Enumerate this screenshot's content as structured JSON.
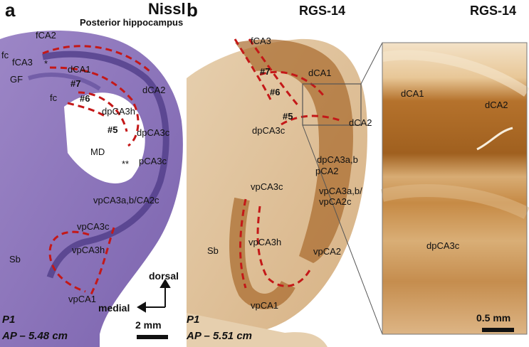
{
  "colors": {
    "nissl_tissue": "#8a72b8",
    "nissl_dark": "#4c3a86",
    "rgs_light": "#e3c8a2",
    "rgs_dark": "#a86a2c",
    "dashed_outline": "#c41818"
  },
  "panel_a": {
    "letter": "a",
    "stain": "Nissl",
    "subtitle": "Posterior hippocampus",
    "labels": {
      "fca2": "fCA2",
      "fc_top": "fc",
      "fca3": "fCA3",
      "gf": "GF",
      "star": "*",
      "fc_bottom": "fc",
      "dca1": "dCA1",
      "dca2": "dCA2",
      "n7": "#7",
      "n6": "#6",
      "dpca3h": "dpCA3h",
      "n5": "#5",
      "dpca3c": "dpCA3c",
      "md": "MD",
      "double_star": "**",
      "pca3c": "pCA3c",
      "vpca3ab": "vpCA3a,b/CA2c",
      "vpca3c": "vpCA3c",
      "vpca3h": "vpCA3h",
      "sb": "Sb",
      "vpca1": "vpCA1"
    },
    "species": "P1",
    "ap": "AP – 5.48 cm",
    "orientation": {
      "dorsal": "dorsal",
      "medial": "medial"
    },
    "scale": "2 mm"
  },
  "panel_b": {
    "letter": "b",
    "stain": "RGS-14",
    "labels": {
      "fca3": "fCA3",
      "n7": "#7",
      "dca1": "dCA1",
      "n6": "#6",
      "n5": "#5",
      "dpca3c": "dpCA3c",
      "dca2": "dCA2",
      "dpca3ab": "dpCA3a,b",
      "pca2": "pCA2",
      "vpca3ab": "vpCA3a,b/",
      "vpca2c": "vpCA2c",
      "vpca3c": "vpCA3c",
      "sb": "Sb",
      "vpca3h": "vpCA3h",
      "vpca2": "vpCA2",
      "vpca1": "vpCA1"
    },
    "species": "P1",
    "ap": "AP – 5.51 cm"
  },
  "inset": {
    "stain": "RGS-14",
    "labels": {
      "dca1": "dCA1",
      "dca2": "dCA2",
      "dpca3c": "dpCA3c"
    },
    "scale": "0.5 mm"
  }
}
